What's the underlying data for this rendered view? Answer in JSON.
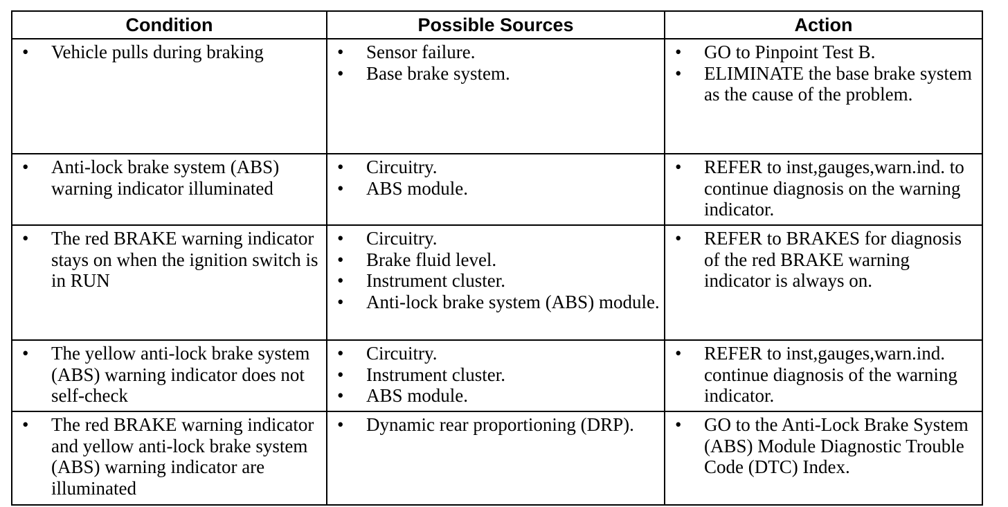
{
  "headers": {
    "condition": "Condition",
    "sources": "Possible Sources",
    "action": "Action"
  },
  "rows": [
    {
      "condition": [
        "Vehicle pulls during braking"
      ],
      "sources": [
        "Sensor failure.",
        "Base brake system."
      ],
      "actions": [
        "GO to Pinpoint Test B.",
        "ELIMINATE the base brake system as the cause of the problem."
      ]
    },
    {
      "condition": [
        "Anti-lock brake system (ABS) warning indicator illuminated"
      ],
      "sources": [
        "Circuitry.",
        "ABS module."
      ],
      "actions": [
        "REFER to inst,gauges,warn.ind. to continue diagnosis on the warning indicator."
      ]
    },
    {
      "condition": [
        "The red BRAKE warning indicator stays on when the ignition switch is in RUN"
      ],
      "sources": [
        "Circuitry.",
        "Brake fluid level.",
        "Instrument cluster.",
        "Anti-lock brake system (ABS) module."
      ],
      "actions": [
        "REFER to BRAKES for diagnosis of the red BRAKE warning indicator is always on."
      ]
    },
    {
      "condition": [
        "The yellow anti-lock brake system (ABS) warning indicator does not self-check"
      ],
      "sources": [
        "Circuitry.",
        "Instrument cluster.",
        "ABS module."
      ],
      "actions": [
        "REFER to inst,gauges,warn.ind. continue diagnosis of the warning indicator."
      ]
    },
    {
      "condition": [
        "The red BRAKE warning indicator and yellow anti-lock brake system (ABS) warning indicator are illuminated"
      ],
      "sources": [
        "Dynamic rear proportioning (DRP)."
      ],
      "actions": [
        "GO to the Anti-Lock Brake System (ABS) Module Diagnostic Trouble Code (DTC) Index."
      ]
    }
  ]
}
